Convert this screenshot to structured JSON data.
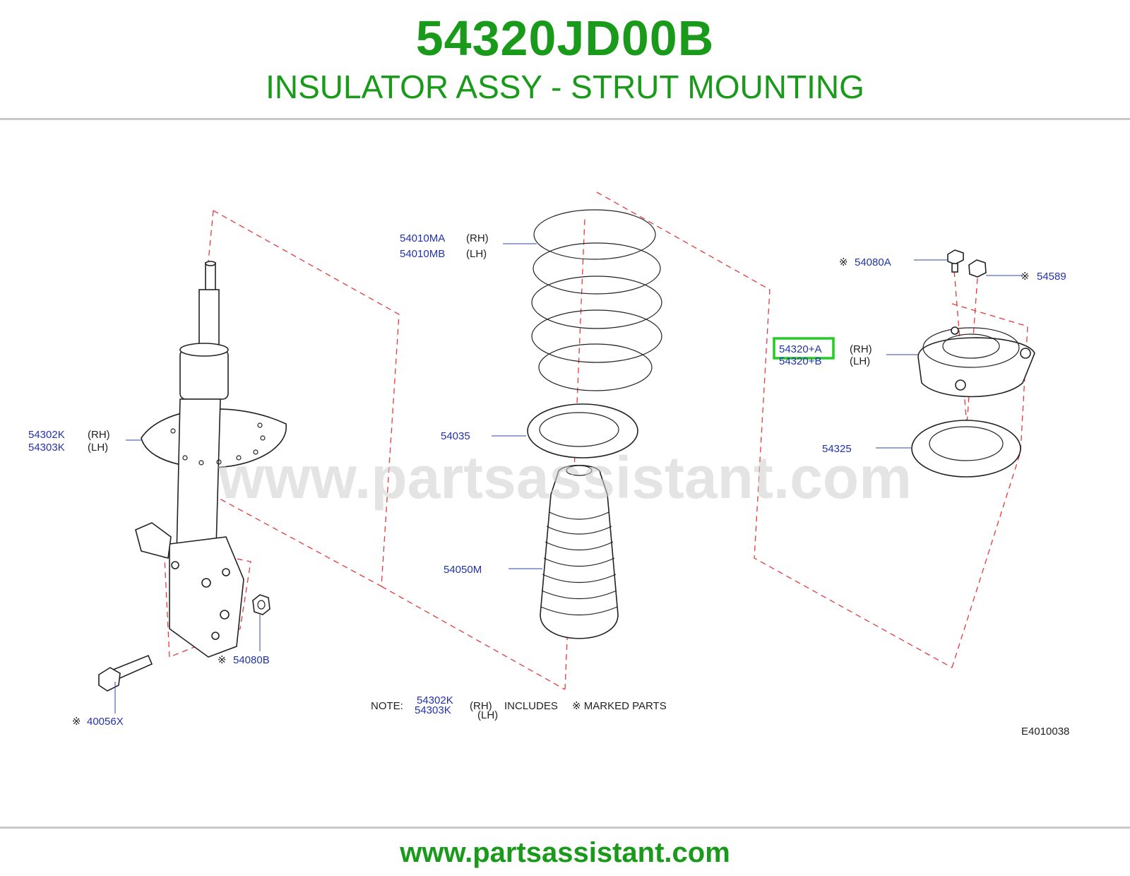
{
  "header": {
    "part_number": "54320JD00B",
    "part_name": "INSULATOR ASSY - STRUT MOUNTING"
  },
  "diagram": {
    "watermark": "www.partsassistant.com",
    "labels": {
      "l54302k": "54302K",
      "l54303k": "54303K",
      "rh1": "(RH)",
      "lh1": "(LH)",
      "l54010ma": "54010MA",
      "l54010mb": "54010MB",
      "rh2": "(RH)",
      "lh2": "(LH)",
      "l54035": "54035",
      "l54050m": "54050M",
      "l54080b": "54080B",
      "l40056x": "40056X",
      "l54080a": "54080A",
      "l54589": "54589",
      "l54320a": "54320+A",
      "l54320b": "54320+B",
      "rh3": "(RH)",
      "lh3": "(LH)",
      "l54325": "54325",
      "mark": "※"
    },
    "note": {
      "prefix": "NOTE:",
      "p1": "54302K",
      "p2": "54303K",
      "rh": "(RH)",
      "lh": "(LH)",
      "text": "INCLUDES",
      "suffix": "※ MARKED  PARTS"
    },
    "diagram_code": "E4010038",
    "highlight_color": "#22cc22"
  },
  "footer": {
    "url": "www.partsassistant.com"
  }
}
